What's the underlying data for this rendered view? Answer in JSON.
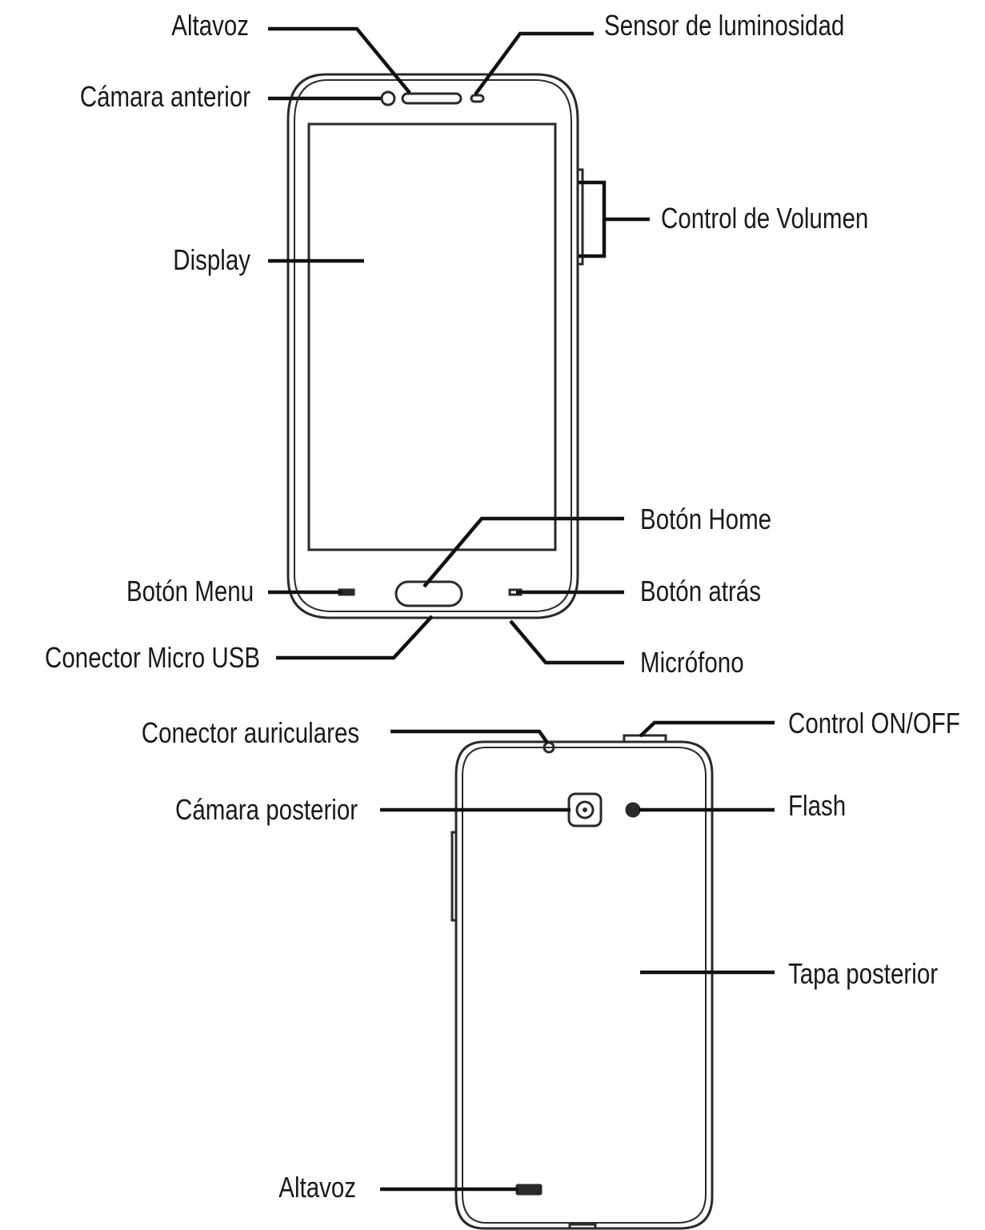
{
  "labels": {
    "altavoz_top": "Altavoz",
    "sensor": "Sensor de luminosidad",
    "camara_anterior": "Cámara anterior",
    "control_volumen": "Control de Volumen",
    "display": "Display",
    "boton_home": "Botón Home",
    "boton_menu": "Botón Menu",
    "boton_atras": "Botón atrás",
    "conector_usb": "Conector Micro USB",
    "microfono": "Micrófono",
    "conector_auriculares": "Conector auriculares",
    "control_onoff": "Control ON/OFF",
    "camara_posterior": "Cámara posterior",
    "flash": "Flash",
    "tapa_posterior": "Tapa posterior",
    "altavoz_bottom": "Altavoz"
  },
  "colors": {
    "line": "#111111",
    "outline": "#2a2a2a",
    "text": "#1a1a1a",
    "background": "#ffffff"
  }
}
